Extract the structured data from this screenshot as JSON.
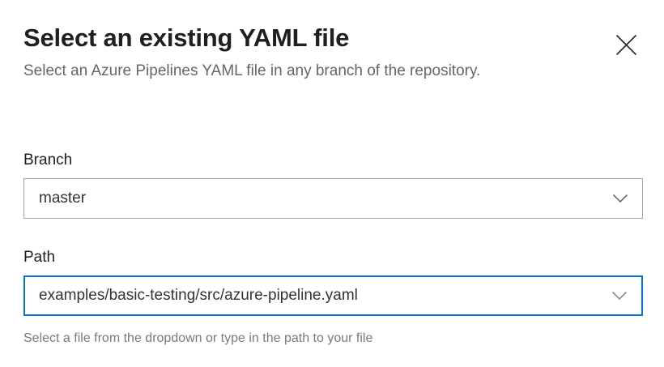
{
  "dialog": {
    "title": "Select an existing YAML file",
    "subtitle": "Select an Azure Pipelines YAML file in any branch of the repository.",
    "close_label": "Close"
  },
  "icons": {
    "close": "close-icon",
    "chevron": "chevron-down-icon"
  },
  "colors": {
    "focus_border": "#0078d4",
    "default_border": "#a3a3a3",
    "title_text": "#1f1f1f",
    "subtitle_text": "#666666",
    "helper_text": "#7a7a7a",
    "value_text": "#333333"
  },
  "fields": {
    "branch": {
      "label": "Branch",
      "value": "master",
      "placeholder": "Select a branch",
      "focused": false
    },
    "path": {
      "label": "Path",
      "value": "examples/basic-testing/src/azure-pipeline.yaml",
      "placeholder": "Select a path",
      "focused": true,
      "helper": "Select a file from the dropdown or type in the path to your file"
    }
  }
}
